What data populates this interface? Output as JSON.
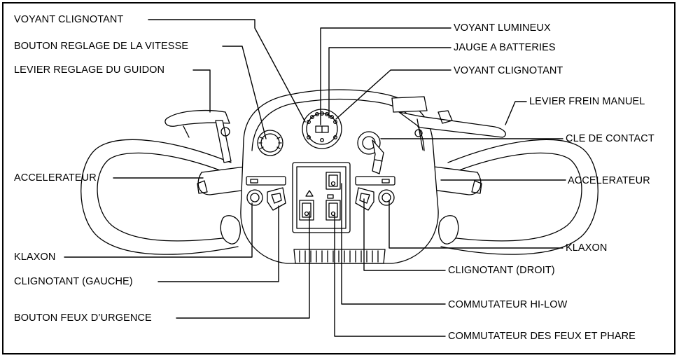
{
  "labels": {
    "voyant_clignotant_left": "VOYANT CLIGNOTANT",
    "bouton_reglage_vitesse": "BOUTON REGLAGE DE LA VITESSE",
    "levier_reglage_guidon": "LEVIER REGLAGE DU GUIDON",
    "accelerateur_left": "ACCELERATEUR",
    "klaxon_left": "KLAXON",
    "clignotant_gauche": "CLIGNOTANT (GAUCHE)",
    "bouton_feux_urgence": "BOUTON FEUX D’URGENCE",
    "voyant_lumineux": "VOYANT LUMINEUX",
    "jauge_batteries": "JAUGE A BATTERIES",
    "voyant_clignotant_right": "VOYANT CLIGNOTANT",
    "levier_frein_manuel": "LEVIER FREIN MANUEL",
    "cle_contact": "CLE DE CONTACT",
    "accelerateur_right": "ACCELERATEUR",
    "klaxon_right": "KLAXON",
    "clignotant_droit": "CLIGNOTANT (DROIT)",
    "commutateur_hi_low": "COMMUTATEUR HI-LOW",
    "commutateur_feux_phare": "COMMUTATEUR DES FEUX ET PHARE"
  },
  "colors": {
    "ink": "#000000",
    "background": "#ffffff",
    "fill": "#f2f2f2"
  }
}
